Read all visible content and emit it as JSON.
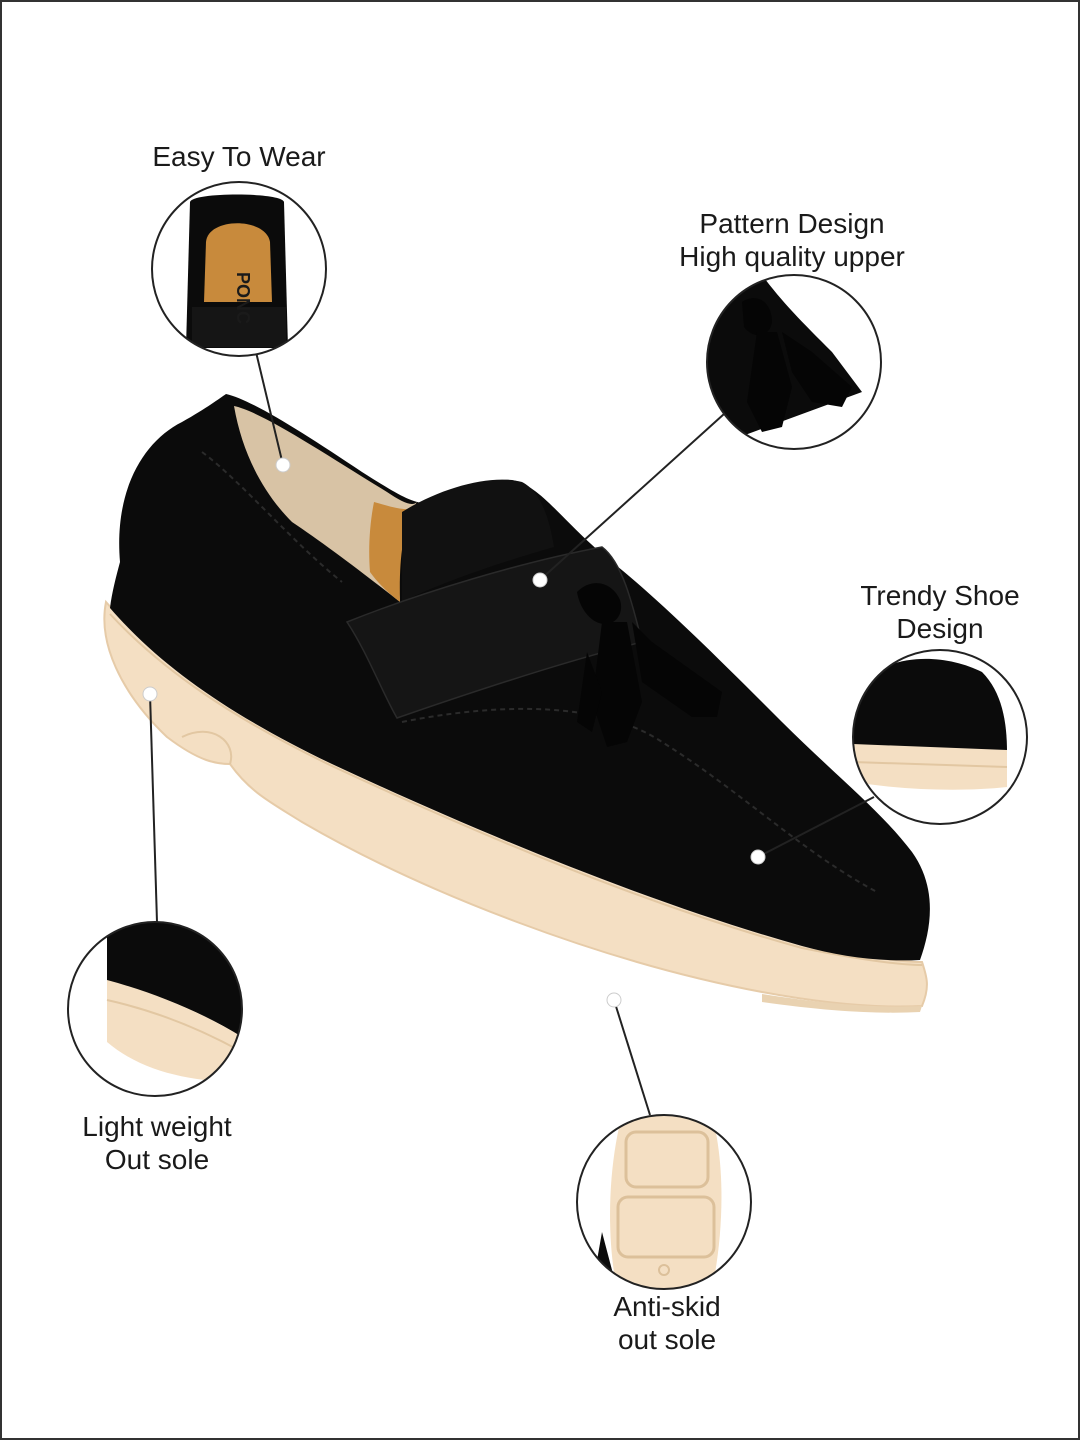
{
  "product": {
    "name": "Black suede tassel loafer",
    "colors": {
      "upper": "#0b0b0b",
      "sole": "#f4dfc3",
      "insole": "#c88a3c",
      "lining": "#d8c3a5",
      "callout_line": "#222222",
      "background": "#ffffff"
    }
  },
  "callouts": [
    {
      "id": "easy",
      "text": "Easy To Wear"
    },
    {
      "id": "pattern",
      "text": "Pattern Design\nHigh quality upper"
    },
    {
      "id": "trendy",
      "text": "Trendy Shoe\nDesign"
    },
    {
      "id": "light",
      "text": "Light weight\n Out sole"
    },
    {
      "id": "anti",
      "text": "Anti-skid\nout sole"
    }
  ],
  "brand": {
    "insole_logo_text": "PONC"
  }
}
